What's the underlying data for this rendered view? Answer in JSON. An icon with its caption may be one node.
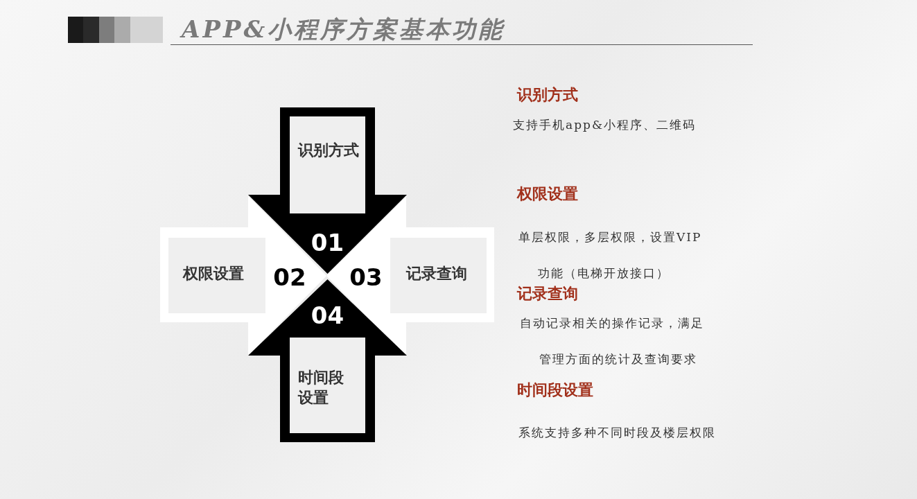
{
  "diagram": {
    "title": "APP&小程序方案基本功能",
    "nodes": [
      {
        "text": [
          "识别方式",
          "01"
        ]
      },
      {
        "text": [
          "权限设置",
          "02"
        ]
      },
      {
        "text": [
          "03",
          "记录查询"
        ]
      },
      {
        "text": [
          "04",
          "时间段设置"
        ]
      }
    ],
    "labels": [
      "识别方式",
      "支持手机app&小程序、二维码",
      "权限设置",
      "单层权限，多层权限，设置VIP功能（电梯开放接口）",
      "记录查询",
      "自动记录相关的操作记录，满足管理方面的统计及查询要求",
      "时间段设置",
      "系统支持多种不同时段及楼层权限"
    ]
  }
}
